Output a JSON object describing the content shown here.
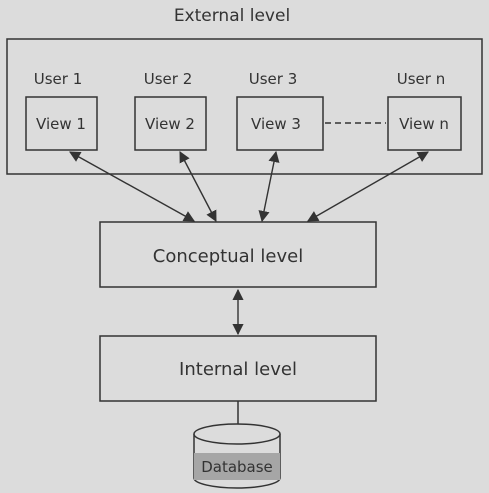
{
  "external": {
    "title": "External level"
  },
  "users": [
    {
      "user": "User 1",
      "view": "View 1"
    },
    {
      "user": "User 2",
      "view": "View 2"
    },
    {
      "user": "User 3",
      "view": "View 3"
    },
    {
      "user": "User n",
      "view": "View n"
    }
  ],
  "conceptual": {
    "label": "Conceptual level"
  },
  "internal": {
    "label": "Internal level"
  },
  "database": {
    "label": "Database"
  },
  "colors": {
    "background": "#dcdcdc",
    "stroke": "#333333",
    "database_label_fill": "#a6a6a6"
  }
}
